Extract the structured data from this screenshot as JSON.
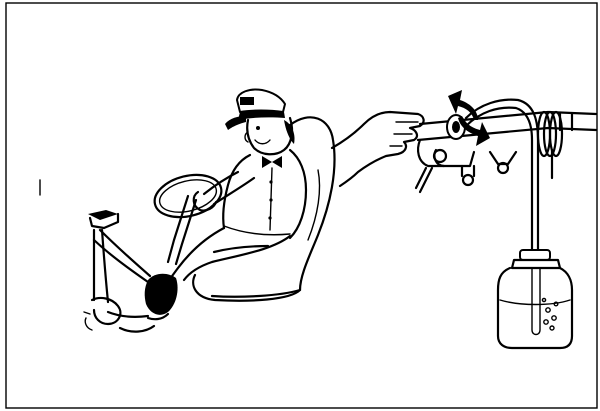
{
  "figure": {
    "border_color": "#000000",
    "background": "#ffffff",
    "ink_color": "#000000",
    "elements": [
      "driver-figure",
      "driver-cap",
      "driver-seat",
      "steering-wheel",
      "brake-pedal",
      "hand-on-valve",
      "bleeder-valve",
      "rotation-arrow-icon",
      "bleeder-tube",
      "collection-bottle",
      "brake-fluid"
    ]
  }
}
